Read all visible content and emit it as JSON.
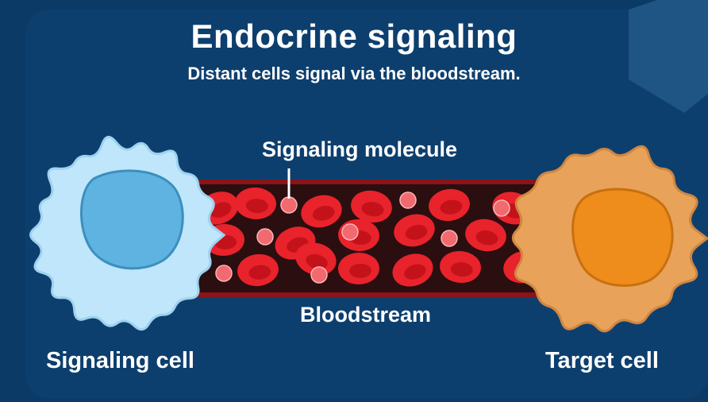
{
  "header": {
    "title": "Endocrine signaling",
    "subtitle": "Distant cells signal via the bloodstream."
  },
  "labels": {
    "signaling_molecule": "Signaling molecule",
    "bloodstream": "Bloodstream",
    "signaling_cell": "Signaling cell",
    "target_cell": "Target cell"
  },
  "colors": {
    "background": "#0b3a66",
    "signaling_cell": "#bfe6fa",
    "signaling_nucleus": "#5fb3e0",
    "target_cell": "#e8a25a",
    "target_nucleus": "#ee8c1c",
    "vessel": "#2a0e10",
    "red_blood_cell": "#e8232b",
    "molecule": "#f06a70"
  }
}
